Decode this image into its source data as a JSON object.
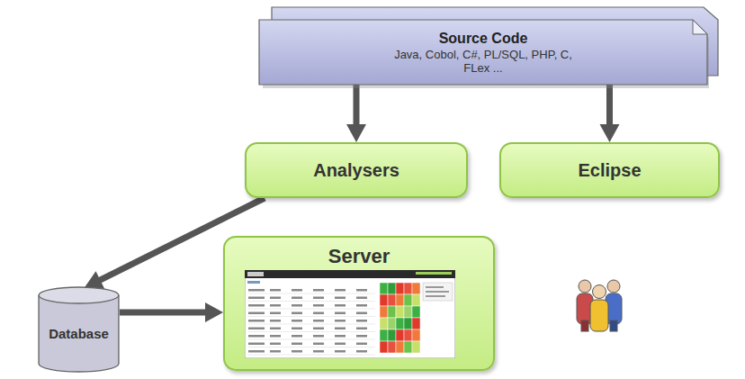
{
  "diagram": {
    "nodes": [
      {
        "text": [
          "Source Code",
          "Java, Cobol, C#, PL/SQL, PHP, C, FLex ..."
        ]
      },
      {
        "text": [
          "Analysers"
        ]
      },
      {
        "text": [
          "Eclipse"
        ]
      },
      {
        "text": [
          "Database"
        ]
      },
      {
        "text": [
          "Server"
        ]
      }
    ],
    "edges": [
      {
        "from": 0,
        "to": 1,
        "arrow": "to"
      },
      {
        "from": 0,
        "to": 2,
        "arrow": "to"
      },
      {
        "from": 1,
        "to": 3,
        "arrow": "to"
      },
      {
        "from": 3,
        "to": 4,
        "arrow": "to"
      }
    ]
  }
}
